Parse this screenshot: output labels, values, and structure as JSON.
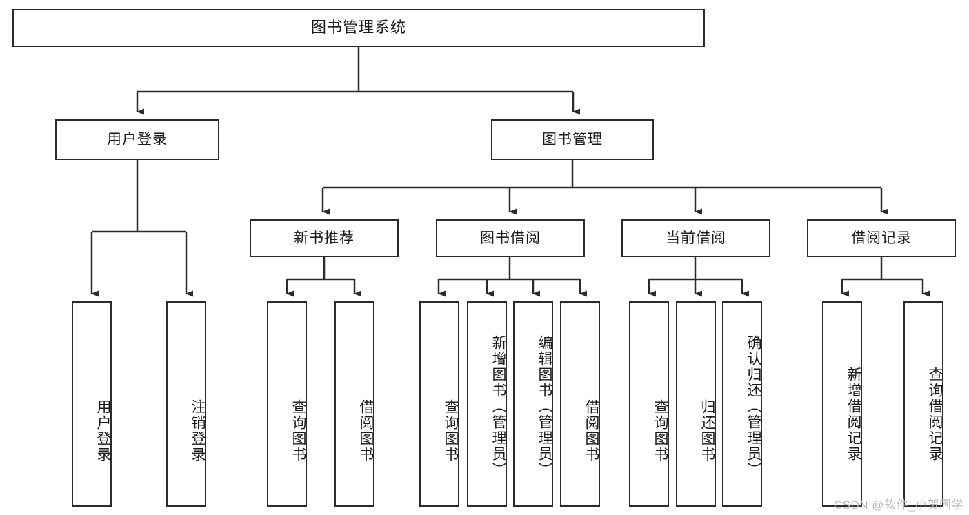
{
  "diagram": {
    "title": "图书管理系统",
    "type": "tree-structure-chart",
    "root": {
      "label": "图书管理系统"
    },
    "level2": [
      {
        "id": "user-login",
        "label": "用户登录"
      },
      {
        "id": "book-manage",
        "label": "图书管理"
      }
    ],
    "level3": [
      {
        "id": "new-book-rec",
        "label": "新书推荐",
        "parent": "book-manage"
      },
      {
        "id": "book-borrow",
        "label": "图书借阅",
        "parent": "book-manage"
      },
      {
        "id": "current-borrow",
        "label": "当前借阅",
        "parent": "book-manage"
      },
      {
        "id": "borrow-record",
        "label": "借阅记录",
        "parent": "book-manage"
      }
    ],
    "leaves": [
      {
        "id": "leaf-user-login",
        "label": "用户登录",
        "parent": "user-login"
      },
      {
        "id": "leaf-logout",
        "label": "注销登录",
        "parent": "user-login"
      },
      {
        "id": "leaf-query-book-1",
        "label": "查询图书",
        "parent": "new-book-rec"
      },
      {
        "id": "leaf-borrow-book-1",
        "label": "借阅图书",
        "parent": "new-book-rec"
      },
      {
        "id": "leaf-query-book-2",
        "label": "查询图书",
        "parent": "book-borrow"
      },
      {
        "id": "leaf-add-book",
        "label": "新增图书（管理员）",
        "parent": "book-borrow"
      },
      {
        "id": "leaf-edit-book",
        "label": "编辑图书（管理员）",
        "parent": "book-borrow"
      },
      {
        "id": "leaf-borrow-book-2",
        "label": "借阅图书",
        "parent": "book-borrow"
      },
      {
        "id": "leaf-query-book-3",
        "label": "查询图书",
        "parent": "current-borrow"
      },
      {
        "id": "leaf-return-book",
        "label": "归还图书",
        "parent": "current-borrow"
      },
      {
        "id": "leaf-confirm-return",
        "label": "确认归还（管理员）",
        "parent": "current-borrow"
      },
      {
        "id": "leaf-add-record",
        "label": "新增借阅记录",
        "parent": "borrow-record"
      },
      {
        "id": "leaf-query-record",
        "label": "查询借阅记录",
        "parent": "borrow-record"
      }
    ],
    "watermark": "CSDN @软件_小贺同学",
    "colors": {
      "stroke": "#2b2b2b",
      "fill": "#ffffff",
      "text": "#1a1a1a",
      "watermark": "#b9b9b9",
      "background": "#ffffff"
    }
  }
}
